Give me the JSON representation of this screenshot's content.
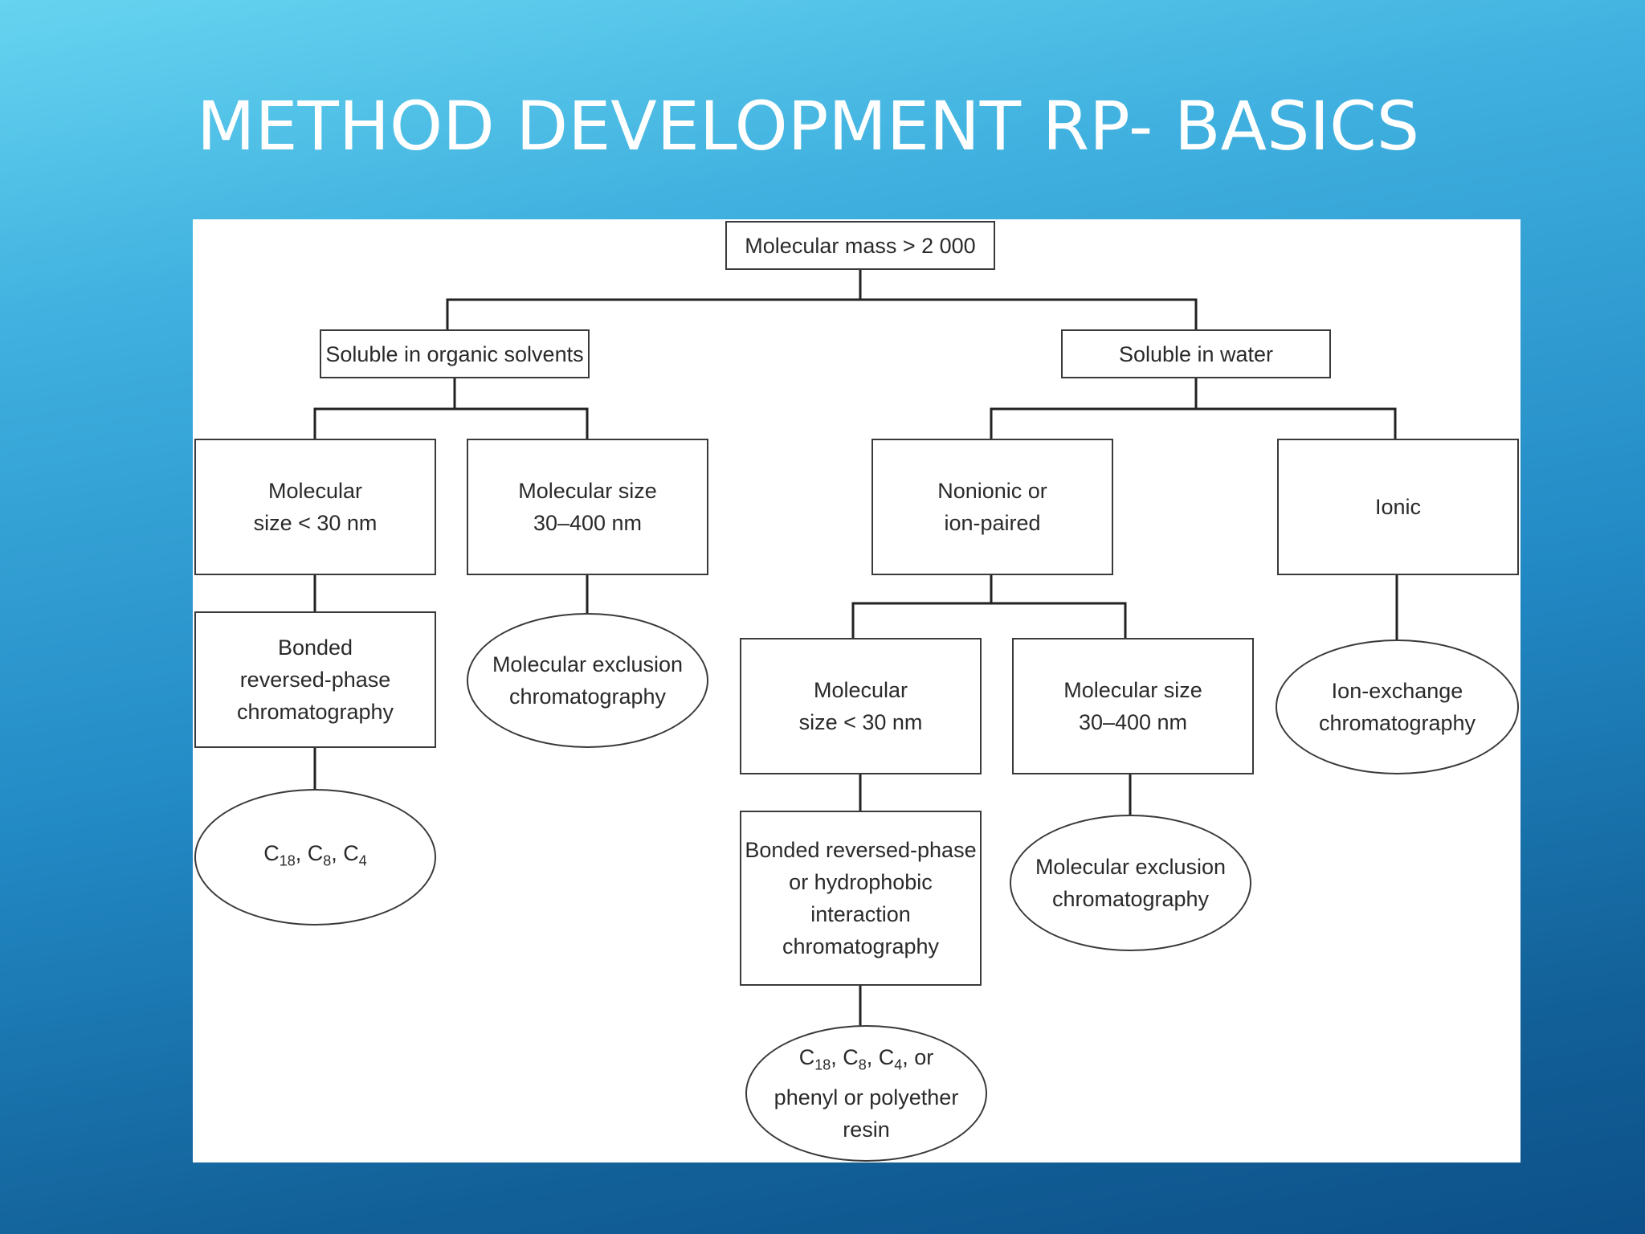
{
  "slide": {
    "title": "METHOD DEVELOPMENT RP- BASICS"
  },
  "diagram": {
    "nodes": {
      "root": "Molecular mass > 2 000",
      "organic": "Soluble in organic solvents",
      "water": "Soluble in water",
      "org_small": "Molecular\nsize < 30 nm",
      "org_large": "Molecular size\n30–400 nm",
      "nonionic": "Nonionic or\nion-paired",
      "ionic": "Ionic",
      "org_small_method": "Bonded\nreversed-phase\nchromatography",
      "org_large_method": "Molecular exclusion\nchromatography",
      "ion_exchange": "Ion-exchange\nchromatography",
      "non_small": "Molecular\nsize < 30 nm",
      "non_large": "Molecular size\n30–400 nm",
      "non_small_method": "Bonded reversed-phase\nor hydrophobic\ninteraction\nchromatography",
      "non_large_method": "Molecular exclusion\nchromatography",
      "org_columns": {
        "prefix": "C",
        "sub1": "18",
        "sep1": ", C",
        "sub2": "8",
        "sep2": ", C",
        "sub3": "4"
      },
      "non_columns": {
        "prefix": "C",
        "sub1": "18",
        "sep1": ", C",
        "sub2": "8",
        "sep2": ", C",
        "sub3": "4",
        "suffix": ", or",
        "line2": "phenyl or polyether",
        "line3": "resin"
      }
    }
  }
}
